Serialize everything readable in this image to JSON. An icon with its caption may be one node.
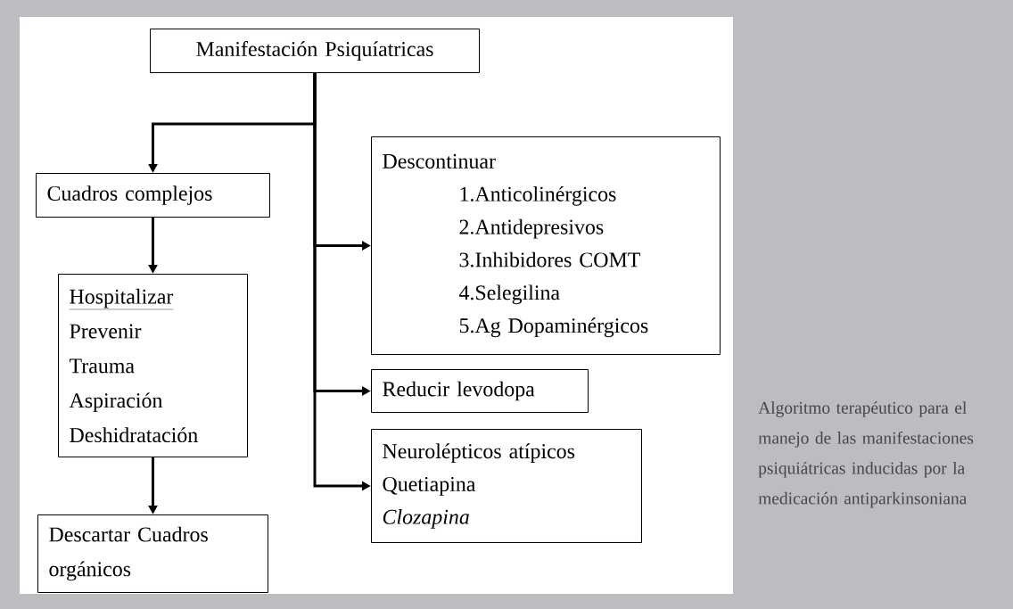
{
  "diagram": {
    "caption": "Algoritmo terapéutico para el manejo de las manifestaciones psiquiátricas inducidas por la medicación antiparkinsoniana",
    "nodes": [
      {
        "text": [
          "Manifestación Psiquíatricas"
        ]
      },
      {
        "text": [
          "Cuadros complejos"
        ]
      },
      {
        "text": [
          "Hospitalizar",
          "Prevenir",
          "Trauma",
          "Aspiración",
          "Deshidratación"
        ]
      },
      {
        "text": [
          "Descartar Cuadros orgánicos"
        ]
      },
      {
        "text": [
          "Descontinuar",
          "1.Anticolinérgicos",
          "2.Antidepresivos",
          "3.Inhibidores COMT",
          "4.Selegilina",
          "5.Ag Dopaminérgicos"
        ]
      },
      {
        "text": [
          "Reducir levodopa"
        ]
      },
      {
        "text": [
          "Neurolépticos atípicos",
          "Quetiapina",
          "Clozapina"
        ]
      }
    ],
    "edges": [
      {
        "from": 0,
        "to": 1,
        "arrow": "to"
      },
      {
        "from": 1,
        "to": 2,
        "arrow": "to"
      },
      {
        "from": 2,
        "to": 3,
        "arrow": "to"
      },
      {
        "from": 0,
        "to": 4,
        "arrow": "to"
      },
      {
        "from": 0,
        "to": 5,
        "arrow": "to"
      },
      {
        "from": 0,
        "to": 6,
        "arrow": "to"
      }
    ]
  }
}
